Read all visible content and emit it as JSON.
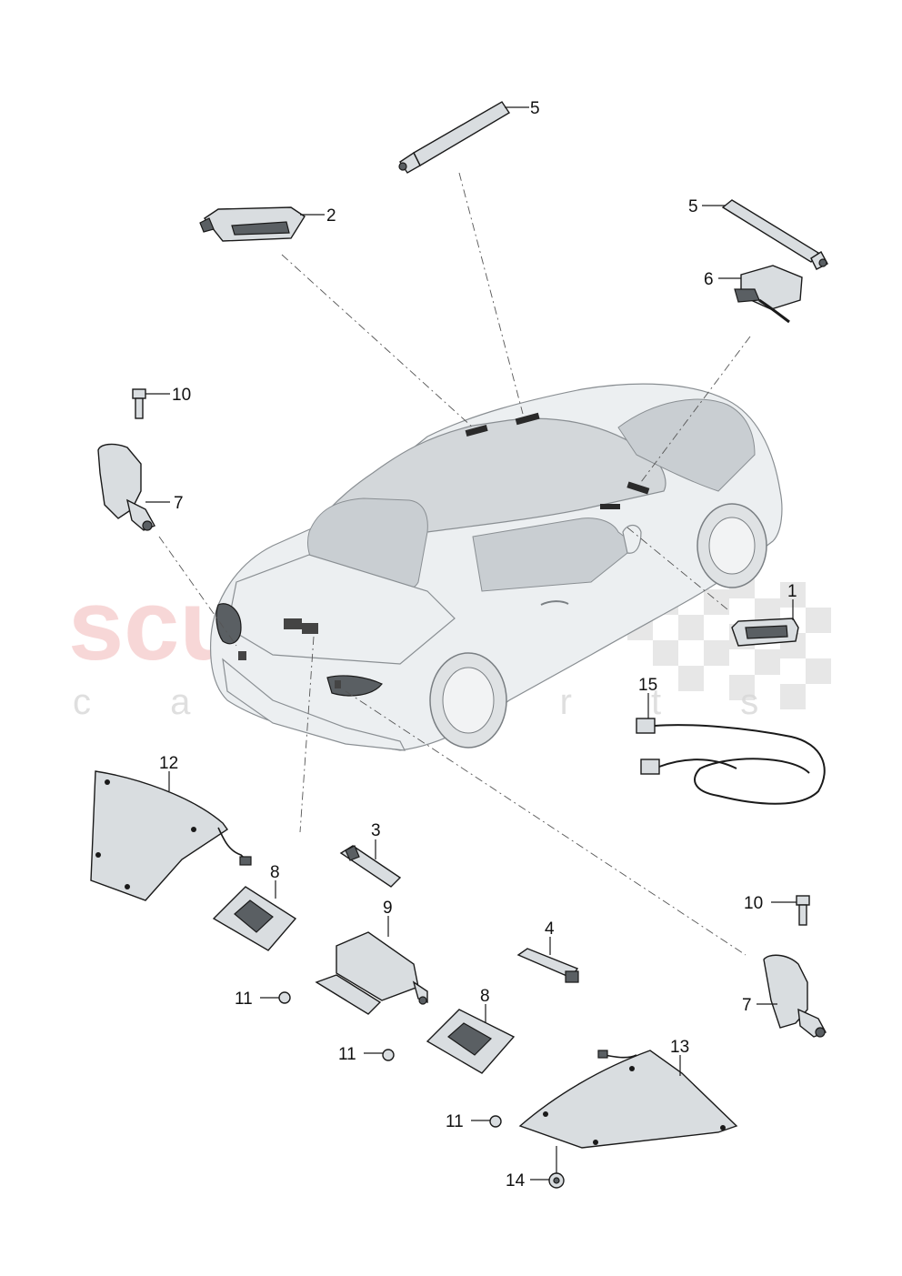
{
  "watermark": {
    "main": "scuderia",
    "sub": "c a r   p a r t s"
  },
  "callouts": [
    {
      "id": "c1",
      "label": "1"
    },
    {
      "id": "c2",
      "label": "2"
    },
    {
      "id": "c3",
      "label": "3"
    },
    {
      "id": "c4",
      "label": "4"
    },
    {
      "id": "c5a",
      "label": "5"
    },
    {
      "id": "c5b",
      "label": "5"
    },
    {
      "id": "c6",
      "label": "6"
    },
    {
      "id": "c7a",
      "label": "7"
    },
    {
      "id": "c7b",
      "label": "7"
    },
    {
      "id": "c8a",
      "label": "8"
    },
    {
      "id": "c8b",
      "label": "8"
    },
    {
      "id": "c9",
      "label": "9"
    },
    {
      "id": "c10a",
      "label": "10"
    },
    {
      "id": "c10b",
      "label": "10"
    },
    {
      "id": "c11a",
      "label": "11"
    },
    {
      "id": "c11b",
      "label": "11"
    },
    {
      "id": "c11c",
      "label": "11"
    },
    {
      "id": "c12",
      "label": "12"
    },
    {
      "id": "c13",
      "label": "13"
    },
    {
      "id": "c14",
      "label": "14"
    },
    {
      "id": "c15",
      "label": "15"
    }
  ],
  "colors": {
    "watermark": "#f2b8b8",
    "line": "#1a1a1a",
    "part": "#d9dde0"
  }
}
